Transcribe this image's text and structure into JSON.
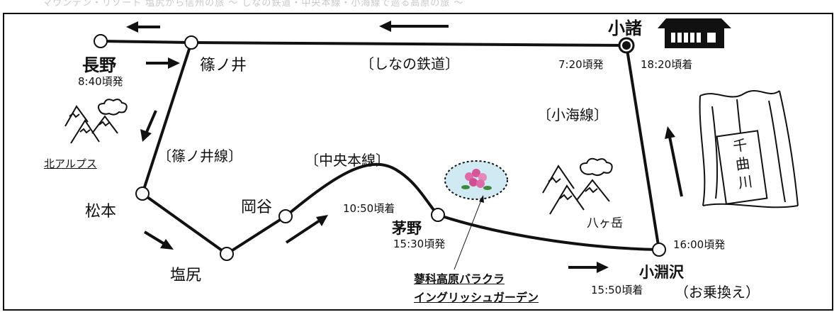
{
  "top_caption": "マウンテン・リゾート 塩尻から信州の旅 ～ しなの鉄道・中央本線・小海線で巡る高原の旅 ～",
  "stations": {
    "nagano": {
      "name": "長野",
      "time": "8:40頃発"
    },
    "shinonoi": {
      "name": "篠ノ井"
    },
    "matsumoto": {
      "name": "松本"
    },
    "shiojiri": {
      "name": "塩尻"
    },
    "okaya": {
      "name": "岡谷"
    },
    "chino": {
      "name": "茅野",
      "arrive": "10:50頃着",
      "depart": "15:30頃発"
    },
    "kobuchizawa": {
      "name": "小淵沢",
      "arrive": "15:50頃着",
      "depart": "16:00頃発",
      "note": "（お乗換え）"
    },
    "komoro": {
      "name": "小諸",
      "depart": "7:20頃発",
      "arrive": "18:20頃着"
    }
  },
  "lines": {
    "shinano": "〔しなの鉄道〕",
    "koumi": "〔小海線〕",
    "shinonoi": "〔篠ノ井線〕",
    "chuo": "〔中央本線〕"
  },
  "landmarks": {
    "north_alps": "北アルプス",
    "yatsugatake": "八ヶ岳",
    "chikuma": [
      "千",
      "曲",
      "川"
    ],
    "garden": [
      "蓼科高原バラクラ",
      "イングリッシュガーデン"
    ]
  },
  "colors": {
    "line": "#111111",
    "frame": "#111111",
    "garden_ellipse": "#cfeaf3",
    "river": "#ffffff"
  }
}
